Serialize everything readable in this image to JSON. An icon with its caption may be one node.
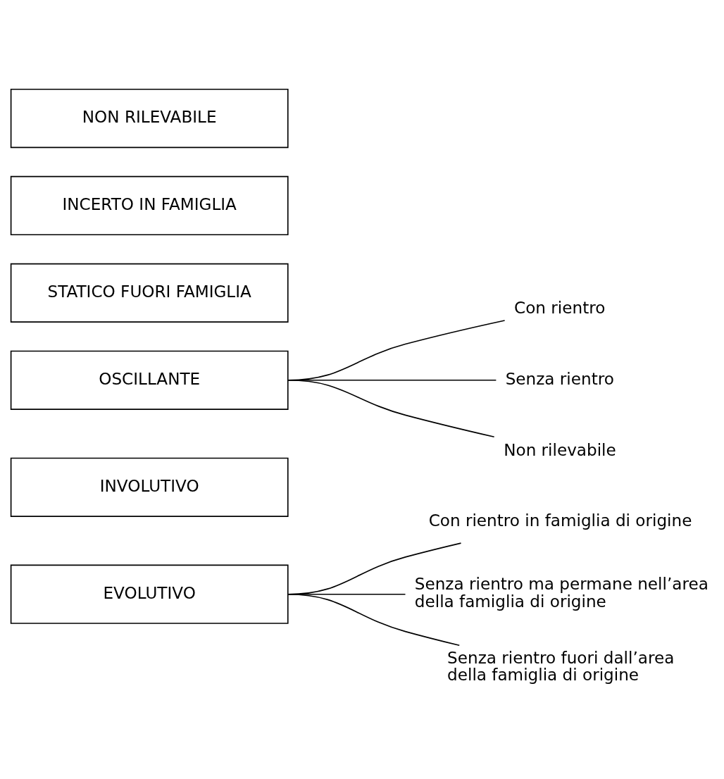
{
  "diagram": {
    "nodes": [
      {
        "text": [
          "EVOLUTIVO"
        ]
      },
      {
        "text": [
          "Con rientro in famiglia di origine"
        ]
      },
      {
        "text": [
          "Senza rientro ma permane nell’area della famiglia di origine"
        ]
      },
      {
        "text": [
          "Senza rientro fuori dall’area della famiglia di origine"
        ]
      },
      {
        "text": [
          "INVOLUTIVO"
        ]
      },
      {
        "text": [
          "OSCILLANTE"
        ]
      },
      {
        "text": [
          "Con rientro"
        ]
      },
      {
        "text": [
          "Senza rientro"
        ]
      },
      {
        "text": [
          "Non rilevabile"
        ]
      },
      {
        "text": [
          "STATICO FUORI FAMIGLIA"
        ]
      },
      {
        "text": [
          "INCERTO IN FAMIGLIA"
        ]
      },
      {
        "text": [
          "NON RILEVABILE"
        ]
      }
    ],
    "edges": [
      {
        "from": 0,
        "to": 1,
        "arrow": "none"
      },
      {
        "from": 0,
        "to": 2,
        "arrow": "none"
      },
      {
        "from": 0,
        "to": 3,
        "arrow": "none"
      },
      {
        "from": 5,
        "to": 6,
        "arrow": "none"
      },
      {
        "from": 5,
        "to": 7,
        "arrow": "none"
      },
      {
        "from": 5,
        "to": 8,
        "arrow": "none"
      }
    ]
  }
}
